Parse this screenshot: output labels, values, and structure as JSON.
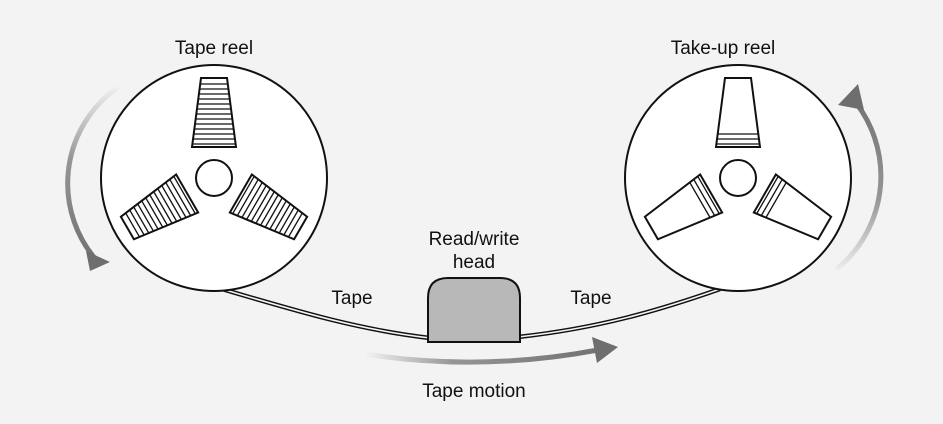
{
  "labels": {
    "left_reel": "Tape reel",
    "right_reel": "Take-up reel",
    "head_line1": "Read/write",
    "head_line2": "head",
    "tape_left": "Tape",
    "tape_right": "Tape",
    "motion": "Tape motion"
  },
  "colors": {
    "background": "#f3f3f3",
    "outline": "#111111",
    "arrow_gray": "#6e6e6e",
    "head_fill": "#b8b8b8"
  }
}
